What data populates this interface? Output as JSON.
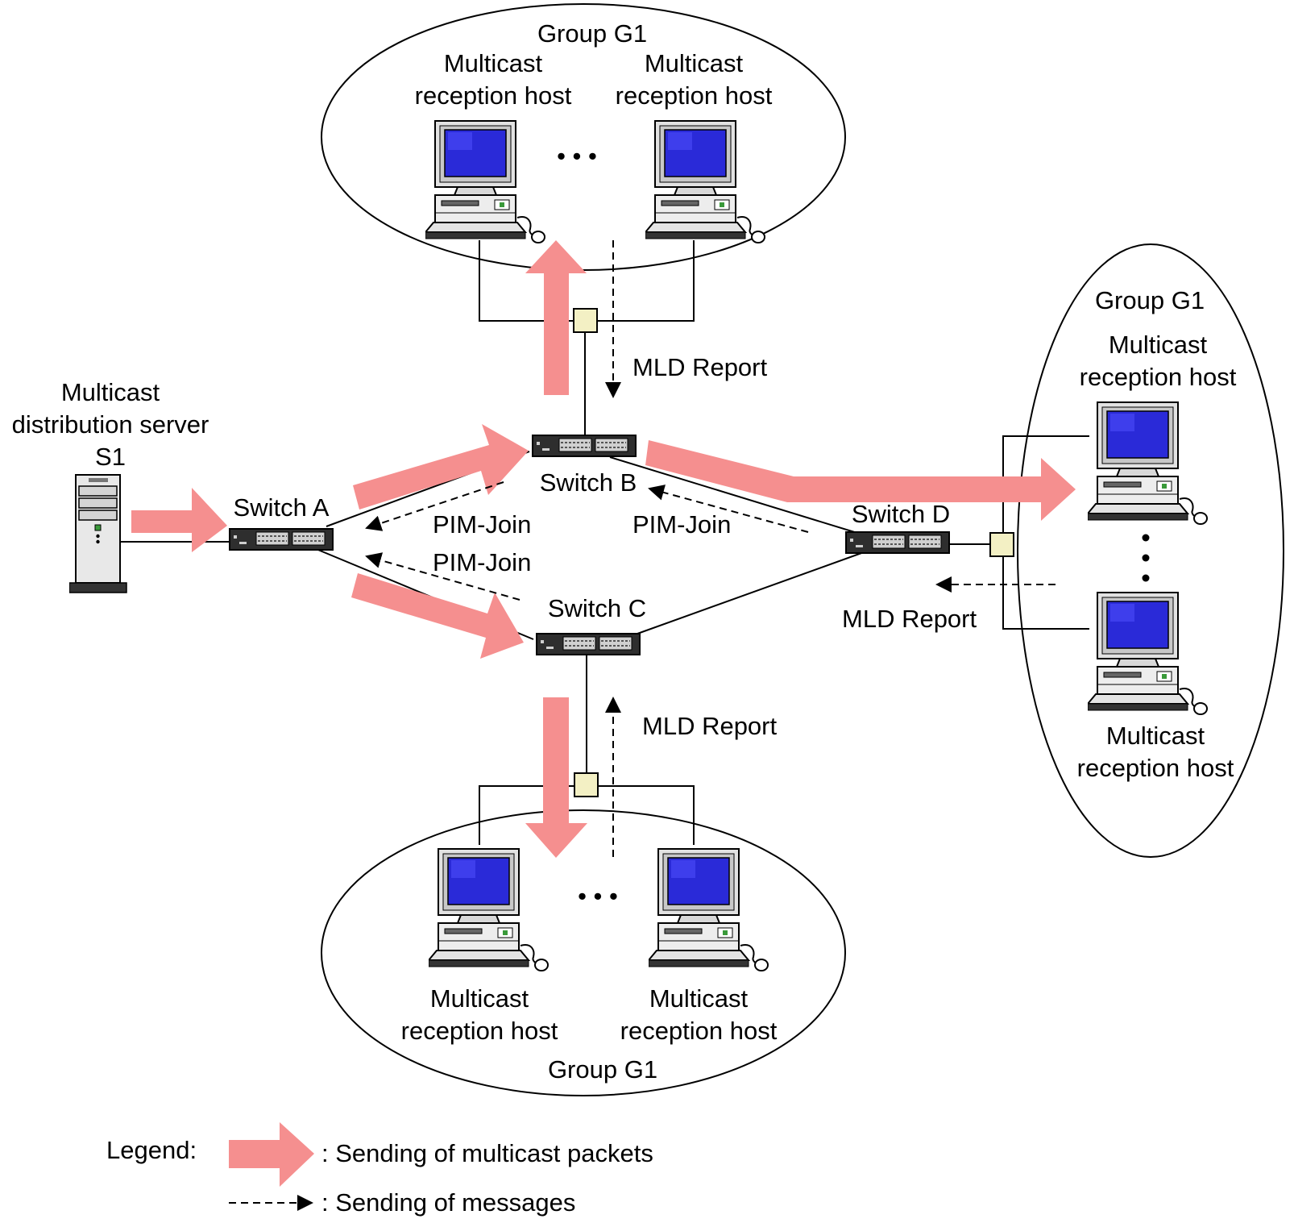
{
  "colors": {
    "multicast_arrow": "#f58f8f",
    "line": "#000000",
    "screen": "#2a2ad8",
    "hub": "#f3f0c4",
    "device_body": "#e8e8e8",
    "switch_body": "#2e2e2e"
  },
  "server": {
    "label_line1": "Multicast",
    "label_line2": "distribution server",
    "label_line3": "S1",
    "icon": "server-tower-icon"
  },
  "switches": {
    "a": {
      "label": "Switch A",
      "icon": "network-switch-icon"
    },
    "b": {
      "label": "Switch B",
      "icon": "network-switch-icon"
    },
    "c": {
      "label": "Switch C",
      "icon": "network-switch-icon"
    },
    "d": {
      "label": "Switch D",
      "icon": "network-switch-icon"
    }
  },
  "groups": {
    "top": {
      "label": "Group G1",
      "host_left_line1": "Multicast",
      "host_left_line2": "reception host",
      "host_right_line1": "Multicast",
      "host_right_line2": "reception host",
      "ellipsis": "• • •"
    },
    "right": {
      "label": "Group G1",
      "host_top_line1": "Multicast",
      "host_top_line2": "reception host",
      "host_bottom_line1": "Multicast",
      "host_bottom_line2": "reception host"
    },
    "bottom": {
      "label": "Group G1",
      "host_left_line1": "Multicast",
      "host_left_line2": "reception host",
      "host_right_line1": "Multicast",
      "host_right_line2": "reception host",
      "ellipsis": "• • •"
    }
  },
  "messages": {
    "mld_top": "MLD Report",
    "mld_right": "MLD Report",
    "mld_bottom": "MLD Report",
    "pim_b_to_a": "PIM-Join",
    "pim_d_to_b": "PIM-Join",
    "pim_c_to_a": "PIM-Join"
  },
  "legend": {
    "title": "Legend:",
    "multicast_label": ": Sending of multicast packets",
    "message_label": ": Sending of messages"
  }
}
